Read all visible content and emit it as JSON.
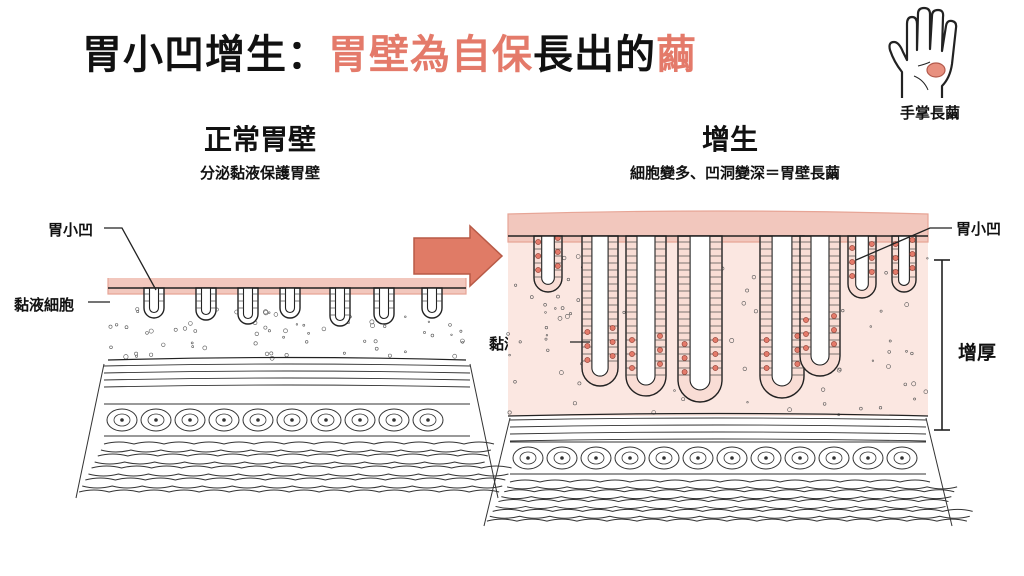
{
  "title": {
    "main": "胃小凹增生：",
    "highlight": "胃壁為自保",
    "mid": "長出的",
    "end": "繭"
  },
  "hand": {
    "label": "手掌長繭",
    "icon": "hand-callus-icon"
  },
  "left_panel": {
    "title": "正常胃壁",
    "subtitle": "分泌黏液保護胃壁",
    "label_pit": "胃小凹",
    "label_mucus": "黏液細胞"
  },
  "right_panel": {
    "title": "增生",
    "subtitle": "細胞變多、凹洞變深＝胃壁長繭",
    "label_pit": "胃小凹",
    "label_mucus": "黏液細胞",
    "label_thick": "增厚"
  },
  "colors": {
    "mucosa": "#f2c7bd",
    "mucosa_dark": "#e7a596",
    "highlight": "#e47a6a",
    "arrow": "#e07b66",
    "line": "#222222"
  }
}
